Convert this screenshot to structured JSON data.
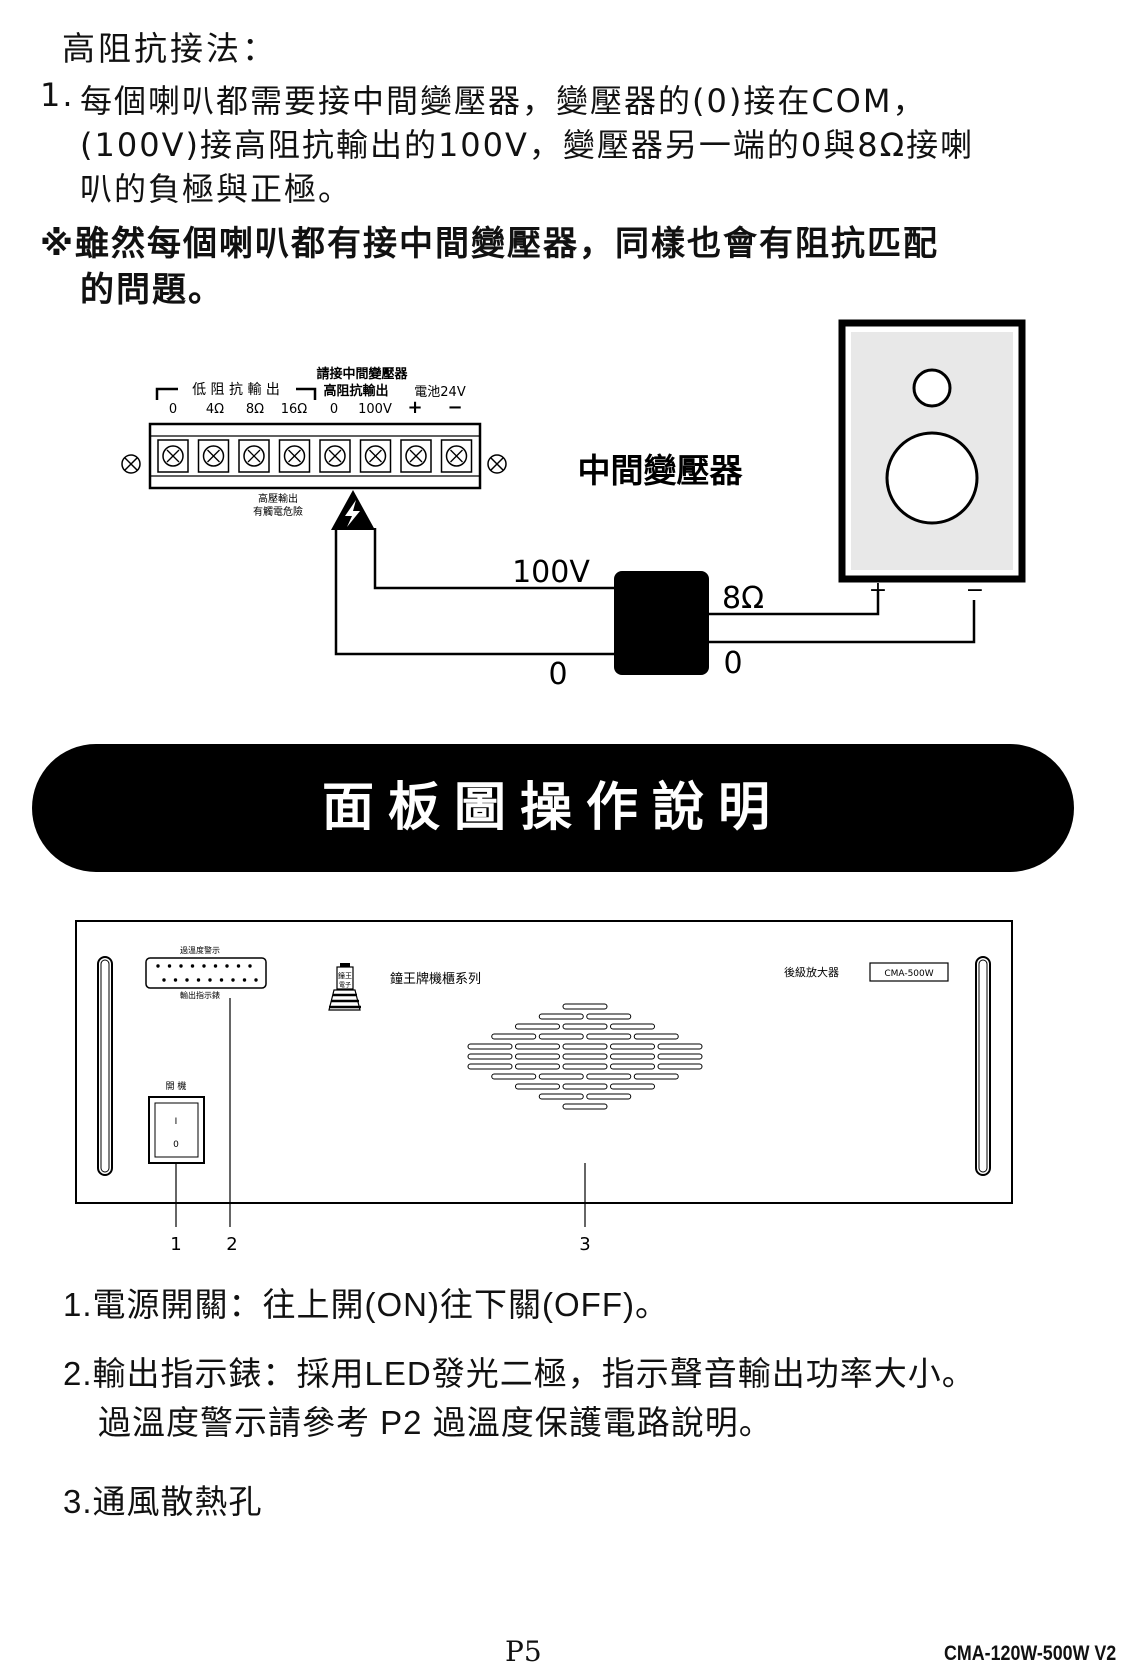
{
  "section_heading": "高阻抗接法：",
  "step1": {
    "number": "1.",
    "line1": "每個喇叭都需要接中間變壓器，變壓器的(0)接在COM，",
    "line2": "(100V)接高阻抗輸出的100V，變壓器另一端的0與8Ω接喇",
    "line3": "叭的負極與正極。"
  },
  "note": {
    "line1": "※雖然每個喇叭都有接中間變壓器，同樣也會有阻抗匹配",
    "line2": "的問題。"
  },
  "wiring_diagram": {
    "low_output_label": "低 阻 抗 輸 出",
    "transformer_instruction": "請接中間變壓器",
    "high_output_label": "高阻抗輸出",
    "battery_label": "電池24V",
    "terminal_labels": [
      "0",
      "4Ω",
      "8Ω",
      "16Ω",
      "0",
      "100V",
      "+",
      "−"
    ],
    "warning_line1": "高壓輸出",
    "warning_line2": "有觸電危險",
    "transformer_label": "中間變壓器",
    "wire_100v": "100V",
    "wire_0_left": "0",
    "wire_8ohm": "8Ω",
    "wire_0_right": "0",
    "speaker_plus": "+",
    "speaker_minus": "−"
  },
  "banner_title": "面板圖操作說明",
  "front_panel": {
    "overheat_label": "過溫度警示",
    "output_indicator_label": "輸出指示錶",
    "logo_line1": "鐘王",
    "logo_line2": "電子",
    "brand_series": "鐘王牌機櫃系列",
    "amp_label": "後級放大器",
    "model_box": "CMA-500W",
    "power_label": "開 機",
    "switch_on": "I",
    "switch_off": "0",
    "callouts": [
      "1",
      "2",
      "3"
    ]
  },
  "items": [
    "1.電源開關：往上開(ON)往下關(OFF)。",
    "2.輸出指示錶：採用LED發光二極，指示聲音輸出功率大小。",
    "過溫度警示請參考 P2 過溫度保護電路說明。",
    "3.通風散熱孔"
  ],
  "footer": {
    "page": "P5",
    "model": "CMA-120W-500W V2"
  }
}
